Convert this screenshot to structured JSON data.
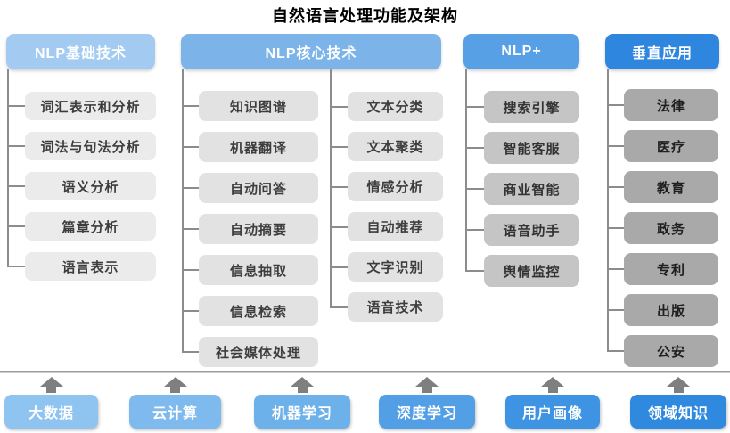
{
  "title": "自然语言处理功能及架构",
  "connector_color": "#8c8c8c",
  "columns": [
    {
      "id": "nlp-basic",
      "header": "NLP基础技术",
      "header_color": "#a3cbf1",
      "item_color": "#ebebeb",
      "item_text_color": "#3d3d3d",
      "items": [
        "词汇表示和分析",
        "词法与句法分析",
        "语义分析",
        "篇章分析",
        "语言表示"
      ]
    },
    {
      "id": "nlp-core",
      "header": "NLP核心技术",
      "header_color": "#7cb4ea",
      "item_color": "#e2e2e2",
      "item_text_color": "#3d3d3d",
      "sub_items": [
        [
          "知识图谱",
          "机器翻译",
          "自动问答",
          "自动摘要",
          "信息抽取",
          "信息检索",
          "社会媒体处理"
        ],
        [
          "文本分类",
          "文本聚类",
          "情感分析",
          "自动推荐",
          "文字识别",
          "语音技术"
        ]
      ]
    },
    {
      "id": "nlp-plus",
      "header": "NLP+",
      "header_color": "#57a0e6",
      "item_color": "#c5c5c5",
      "item_text_color": "#333333",
      "items": [
        "搜索引擎",
        "智能客服",
        "商业智能",
        "语音助手",
        "舆情监控"
      ]
    },
    {
      "id": "vertical-apps",
      "header": "垂直应用",
      "header_color": "#2e86de",
      "item_color": "#a9a9a9",
      "item_text_color": "#1f1f1f",
      "items": [
        "法律",
        "医疗",
        "教育",
        "政务",
        "专利",
        "出版",
        "公安"
      ]
    }
  ],
  "foundation": {
    "baseline_color": "#9b9b9b",
    "arrow_color": "#7f7f7f",
    "items": [
      {
        "label": "大数据",
        "color": "#8fc4f1"
      },
      {
        "label": "云计算",
        "color": "#7fbaef"
      },
      {
        "label": "机器学习",
        "color": "#6db1eb"
      },
      {
        "label": "深度学习",
        "color": "#539fe6"
      },
      {
        "label": "用户画像",
        "color": "#3e93e2"
      },
      {
        "label": "领域知识",
        "color": "#2e89df"
      }
    ]
  }
}
